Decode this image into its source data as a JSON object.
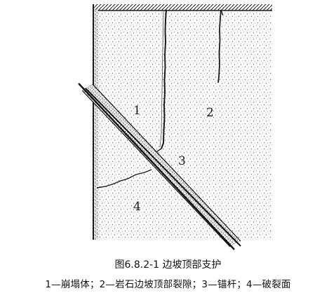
{
  "figure": {
    "title": "图6.8.2-1 边坡顶部支护",
    "legend": "1—崩塌体；2—岩石边坡顶部裂隙；3—锚杆；4—破裂面",
    "labels": {
      "zone_1": "1",
      "zone_2": "2",
      "zone_3": "3",
      "zone_4": "4"
    }
  },
  "colors": {
    "ink": "#1a1a1a",
    "paper": "#ffffff",
    "rock_speckle": "#7a7a7a"
  }
}
